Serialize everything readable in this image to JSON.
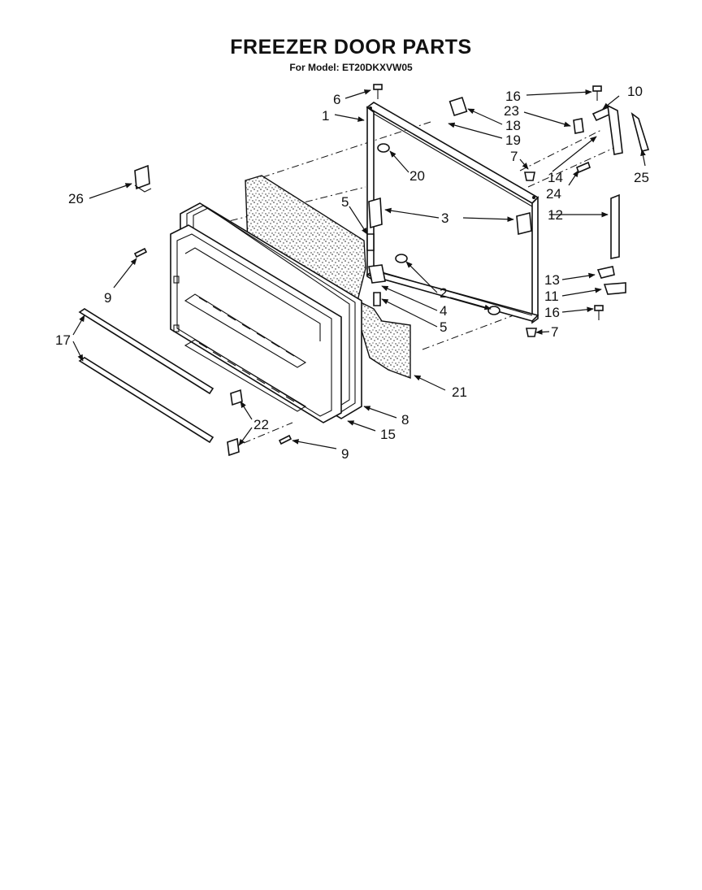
{
  "title": "FREEZER DOOR PARTS",
  "subtitle": "For Model: ET20DKXVW05",
  "callouts": [
    "1",
    "2",
    "3",
    "4",
    "5",
    "5",
    "6",
    "7",
    "7",
    "8",
    "9",
    "9",
    "10",
    "11",
    "12",
    "13",
    "14",
    "15",
    "16",
    "16",
    "17",
    "18",
    "19",
    "20",
    "21",
    "22",
    "23",
    "24",
    "25",
    "26"
  ]
}
